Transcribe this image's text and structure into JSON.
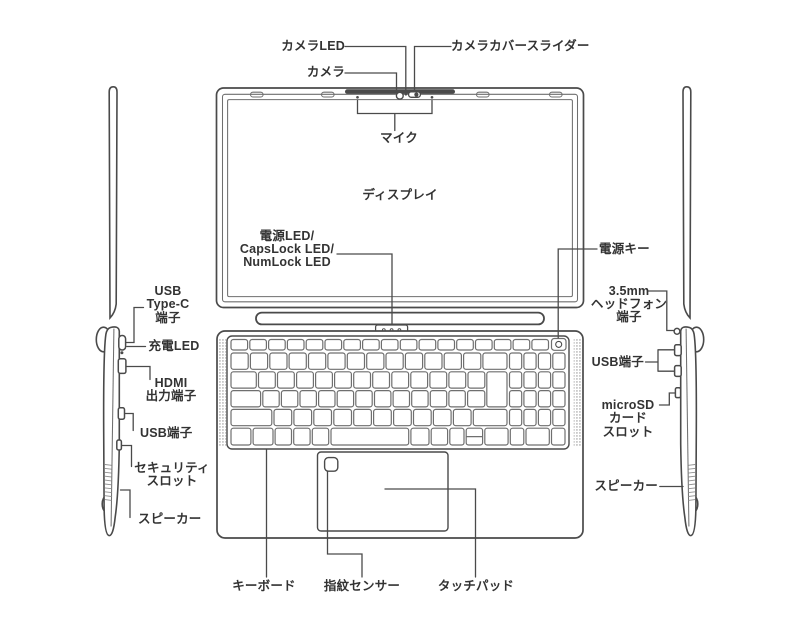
{
  "diagram": {
    "device": "laptop-parts-diagram",
    "labels": {
      "camera_led": "カメラLED",
      "camera_cover_slider": "カメラカバースライダー",
      "camera": "カメラ",
      "microphone": "マイク",
      "display": "ディスプレイ",
      "status_leds": "電源LED/\nCapsLock LED/\nNumLock LED",
      "power_key": "電源キー",
      "usb_type_c": "USB\nType-C\n端子",
      "charge_led": "充電LED",
      "hdmi": "HDMI\n出力端子",
      "usb_left": "USB端子",
      "security_slot": "セキュリティ\nスロット",
      "speaker_left": "スピーカー",
      "headphone": "3.5mm\nヘッドフォン\n端子",
      "usb_right": "USB端子",
      "microsd": "microSD\nカード\nスロット",
      "speaker_right": "スピーカー",
      "keyboard": "キーボード",
      "fingerprint_sensor": "指紋センサー",
      "touchpad": "タッチパッド"
    },
    "colors": {
      "line": "#4a4a4a",
      "text": "#333333",
      "key": "#6f6f6f",
      "grille": "#cacaca",
      "bg": "#ffffff"
    }
  }
}
